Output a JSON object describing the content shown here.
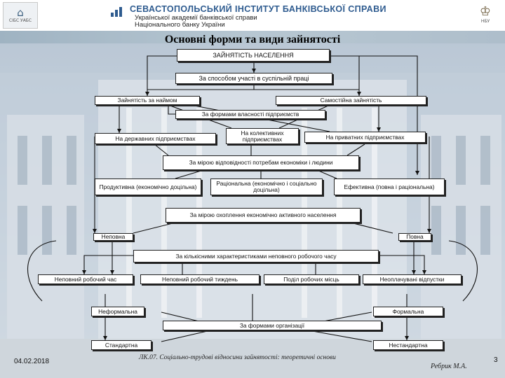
{
  "header": {
    "institution": "СЕВАСТОПОЛЬСЬКИЙ ІНСТИТУТ БАНКІВСЬКОЇ СПРАВИ",
    "sub_line1": "Української академії банківської справи",
    "sub_line2": "Національного банку України",
    "logo_left_abbr": "СІБС УАБС",
    "logo_right_abbr": "НБУ",
    "logo_left_icon": "building-crest-icon",
    "logo_right_icon": "coat-of-arms-icon"
  },
  "title": "Основні форми та види зайнятості",
  "diagram": {
    "root": "ЗАЙНЯТІСТЬ НАСЕЛЕННЯ",
    "by_participation": "За способом участі в суспільній праці",
    "hired": "Зайнятість за наймом",
    "self": "Самостійна зайнятість",
    "by_ownership": "За формами власності підприємств",
    "state": "На державних підприємствах",
    "collective": "На колективних підприємствах",
    "private": "На приватних підприємствах",
    "by_needs": "За мірою відповідності потребам економіки і людини",
    "productive": "Продуктивна (економічно доцільна)",
    "rational": "Раціональна (економічно і соціально доцільна)",
    "effective": "Ефективна (повна і раціональна)",
    "by_coverage": "За мірою охоплення економічно активного населення",
    "partial": "Неповна",
    "full": "Повна",
    "by_partial_characteristics": "За кількісними характеристиками неповного робочого часу",
    "part_day": "Неповний робочий час",
    "part_week": "Неповний робочий тиждень",
    "job_sharing": "Поділ робочих місць",
    "unpaid_leave": "Неоплачувані відпустки",
    "informal": "Неформальна",
    "formal": "Формальна",
    "by_organization": "За формами організації",
    "standard": "Стандартна",
    "nonstandard": "Нестандартна"
  },
  "footer": {
    "date": "04.02.2018",
    "lecture": "ЛК.07. Соціально-трудові відносини зайнятості: теоретичні основи",
    "author": "Ребрик М.А.",
    "page": "3"
  },
  "colors": {
    "brand_blue": "#2e5b8f",
    "box_border": "#222222",
    "box_fill": "#ffffff"
  }
}
